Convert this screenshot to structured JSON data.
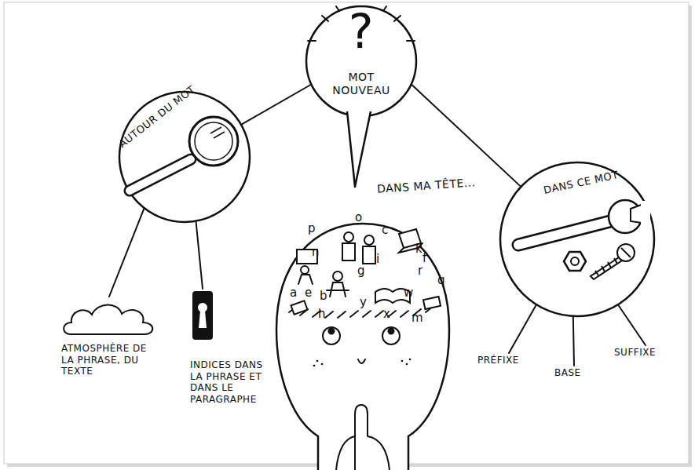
{
  "diagram": {
    "nodes": [
      {
        "text": [
          "?",
          "MOT NOUVEAU"
        ]
      },
      {
        "text": [
          "AUTOUR DU MOT"
        ]
      },
      {
        "text": [
          "DANS MA TÊTE..."
        ]
      },
      {
        "text": [
          "DANS CE MOT"
        ]
      },
      {
        "text": [
          "ATMOSPHÈRE DE LA PHRASE, DU TEXTE"
        ]
      },
      {
        "text": [
          "INDICES DANS LA PHRASE ET DANS LE PARAGRAPHE"
        ]
      },
      {
        "text": [
          "PRÉFIXE"
        ]
      },
      {
        "text": [
          "BASE"
        ]
      },
      {
        "text": [
          "SUFFIXE"
        ]
      }
    ],
    "edges": [
      {
        "from": 0,
        "to": 1,
        "arrow": "none"
      },
      {
        "from": 0,
        "to": 3,
        "arrow": "none"
      },
      {
        "from": 1,
        "to": 4,
        "arrow": "none"
      },
      {
        "from": 1,
        "to": 5,
        "arrow": "none"
      },
      {
        "from": 3,
        "to": 6,
        "arrow": "none"
      },
      {
        "from": 3,
        "to": 7,
        "arrow": "none"
      },
      {
        "from": 3,
        "to": 8,
        "arrow": "none"
      }
    ],
    "labels": [
      "p",
      "o",
      "c",
      "k",
      "f",
      "n",
      "i",
      "r",
      "q",
      "a",
      "e",
      "b",
      "h",
      "g",
      "y",
      "w",
      "x",
      "m"
    ]
  }
}
